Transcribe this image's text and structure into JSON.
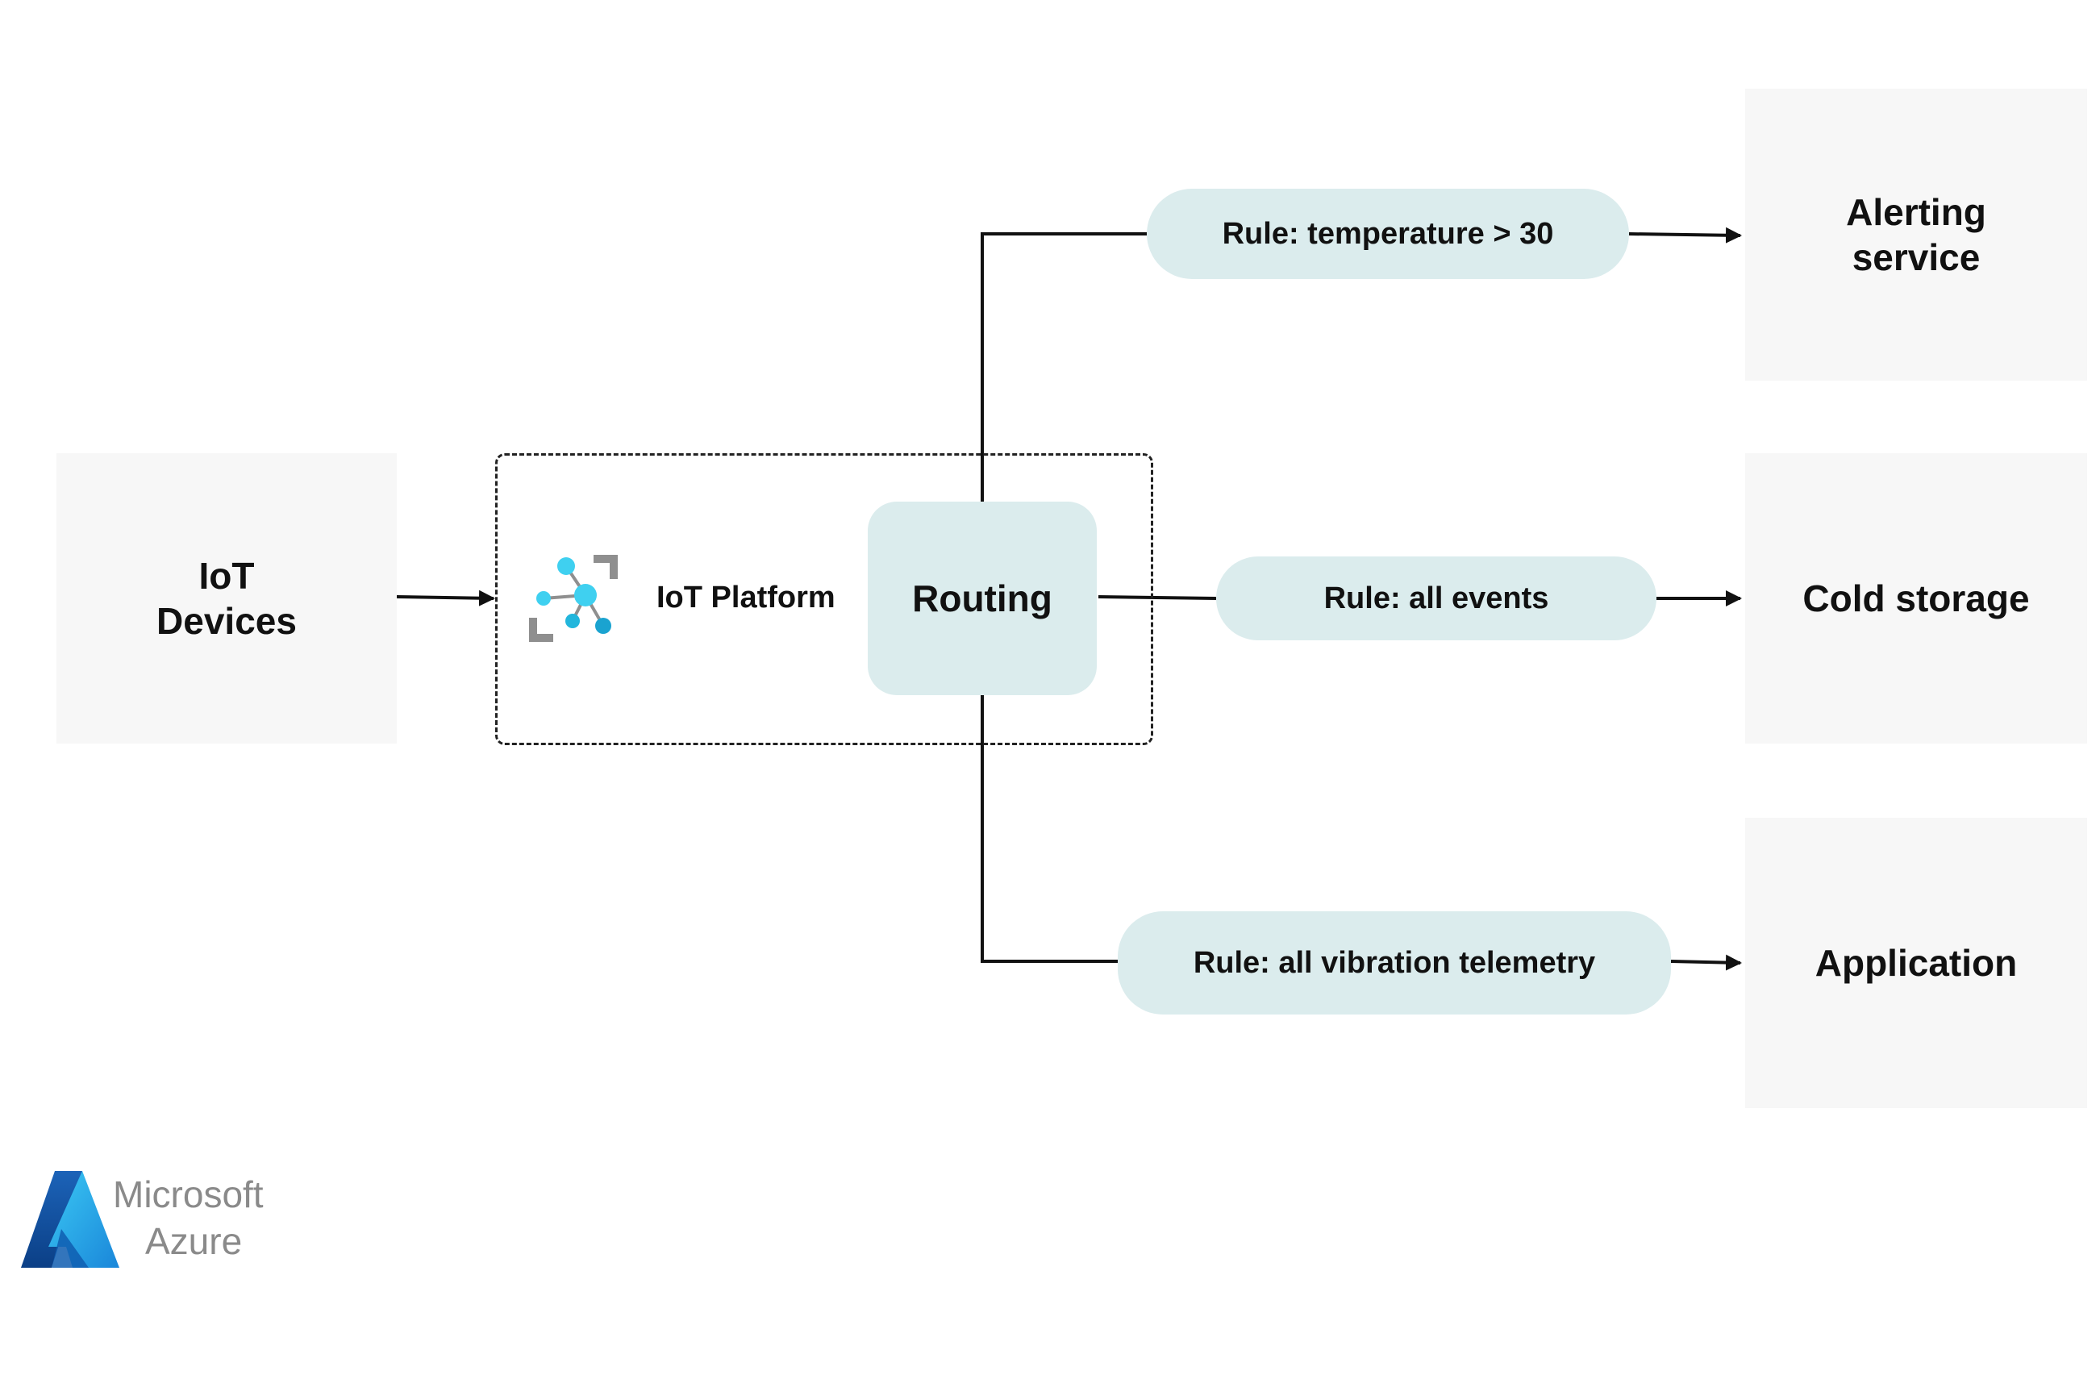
{
  "nodes": {
    "iot_devices": "IoT\nDevices",
    "iot_platform": "IoT Platform",
    "routing": "Routing",
    "alerting_service": "Alerting\nservice",
    "cold_storage": "Cold storage",
    "application": "Application"
  },
  "rules": {
    "temperature": "Rule: temperature > 30",
    "all_events": "Rule: all events",
    "vibration": "Rule: all vibration telemetry"
  },
  "logo": {
    "line1": "Microsoft",
    "line2": "Azure"
  },
  "icons": {
    "iot_platform": "iot-hub-icon",
    "logo": "azure-logo-icon"
  },
  "colors": {
    "box_fill": "#f7f7f7",
    "rule_fill": "#dbeced",
    "line": "#111111",
    "icon_cyan": "#3fd0f0",
    "icon_gray": "#8f8f8f",
    "logo_gray": "#8a8a8a"
  }
}
